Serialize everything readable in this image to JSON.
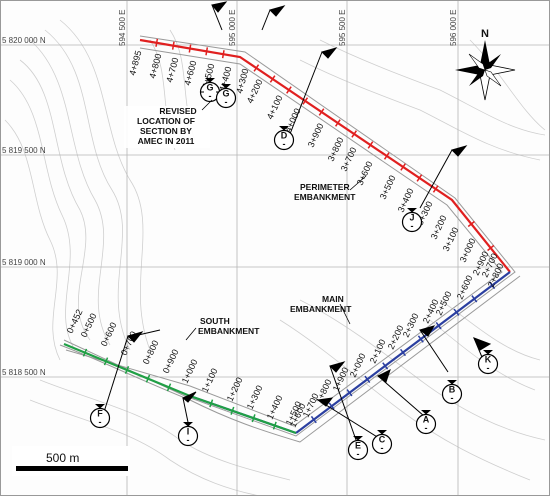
{
  "colors": {
    "perimeter": "#e02020",
    "main": "#2b3fa0",
    "south": "#21a046",
    "grid": "#b8b8b8",
    "contour": "#c9c9c9"
  },
  "coords": {
    "northings": [
      "5 820 000 N",
      "5 819 500 N",
      "5 819 000 N",
      "5 818 500 N"
    ],
    "eastings": [
      "594 500 E",
      "595 000 E",
      "595 500 E",
      "596 000 E"
    ]
  },
  "labels": {
    "revised": [
      "REVISED",
      "LOCATION OF",
      "SECTION BY",
      "AMEC IN 2011"
    ],
    "perimeter": [
      "PERIMETER",
      "EMBANKMENT"
    ],
    "main": [
      "MAIN",
      "EMBANKMENT"
    ],
    "south": [
      "SOUTH",
      "EMBANKMENT"
    ],
    "north": "N",
    "scale": "500 m"
  },
  "chainages": {
    "perimeter_top": [
      "4+895",
      "4+800",
      "4+700",
      "4+600",
      "4+500",
      "4+400",
      "4+300"
    ],
    "perimeter_diag": [
      "4+200",
      "4+100",
      "4+000",
      "3+900",
      "3+800",
      "3+700",
      "3+600",
      "3+500",
      "3+400",
      "3+300",
      "3+200",
      "3+100",
      "3+000",
      "2+900",
      "2+800"
    ],
    "main": [
      "2+700",
      "2+600",
      "2+500",
      "2+400",
      "2+300",
      "2+200",
      "2+100",
      "2+000",
      "1+900",
      "1+800",
      "1+700",
      "1+600"
    ],
    "south": [
      "0+452",
      "0+500",
      "0+600",
      "0+700",
      "0+800",
      "0+900",
      "1+000",
      "1+100",
      "1+200",
      "1+300",
      "1+400",
      "1+500"
    ]
  },
  "sections": [
    {
      "letter": "G",
      "sub": "-"
    },
    {
      "letter": "G",
      "sub": "-"
    },
    {
      "letter": "D",
      "sub": "-"
    },
    {
      "letter": "J",
      "sub": "-"
    },
    {
      "letter": "K",
      "sub": "-"
    },
    {
      "letter": "B",
      "sub": "-"
    },
    {
      "letter": "A",
      "sub": "-"
    },
    {
      "letter": "C",
      "sub": "-"
    },
    {
      "letter": "E",
      "sub": "-"
    },
    {
      "letter": "I",
      "sub": "-"
    },
    {
      "letter": "F",
      "sub": "-"
    }
  ]
}
